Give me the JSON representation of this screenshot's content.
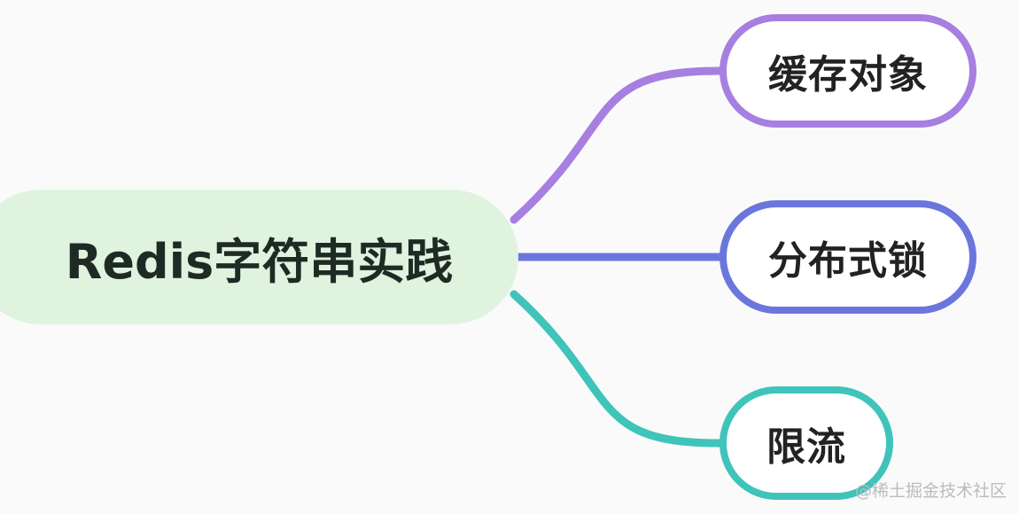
{
  "root": {
    "label": "Redis字符串实践",
    "color": "#dff3df"
  },
  "children": [
    {
      "label": "缓存对象",
      "color": "#a77fe0"
    },
    {
      "label": "分布式锁",
      "color": "#6b76dd"
    },
    {
      "label": "限流",
      "color": "#3fc4ba"
    }
  ],
  "watermark": "@稀土掘金技术社区"
}
